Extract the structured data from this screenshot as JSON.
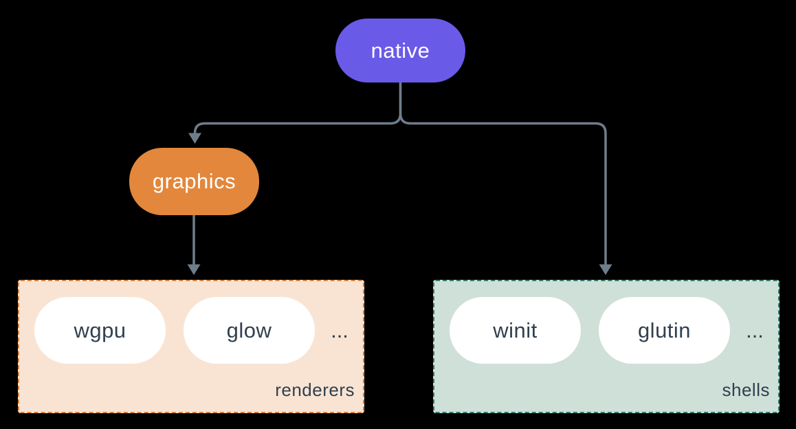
{
  "diagram": {
    "background": "#000000",
    "connector_color": "#6f7d8b",
    "node_text_color": "#ffffff",
    "item_text_color": "#31404e",
    "nodes": {
      "native": {
        "label": "native",
        "fill": "#6a5ae8"
      },
      "graphics": {
        "label": "graphics",
        "fill": "#e2873c"
      }
    },
    "edges": [
      {
        "from": "native",
        "to": "graphics"
      },
      {
        "from": "native",
        "to": "shells"
      },
      {
        "from": "graphics",
        "to": "renderers"
      }
    ],
    "groups": {
      "renderers": {
        "label": "renderers",
        "fill": "#f9e4d4",
        "border_color": "#d9813b",
        "items": [
          "wgpu",
          "glow"
        ],
        "ellipsis": "..."
      },
      "shells": {
        "label": "shells",
        "fill": "#cfe0d8",
        "border_color": "#35796b",
        "items": [
          "winit",
          "glutin"
        ],
        "ellipsis": "..."
      }
    }
  }
}
